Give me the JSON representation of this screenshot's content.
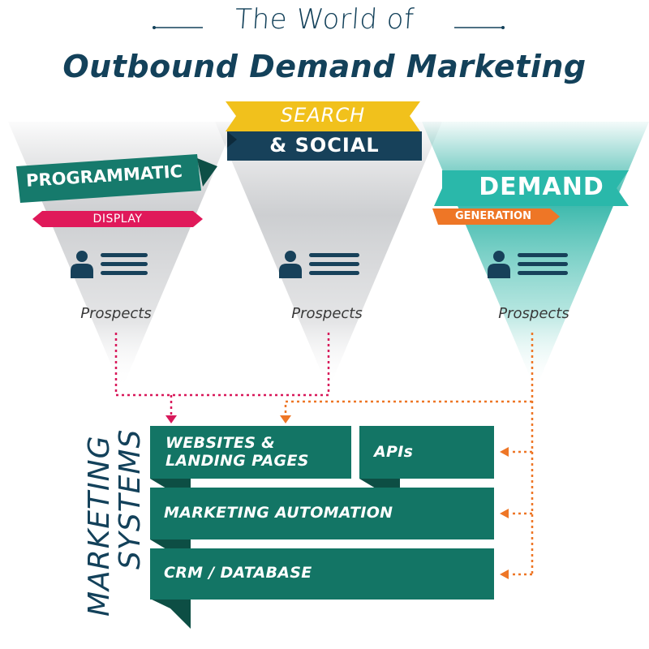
{
  "header": {
    "title_line1": "The World of",
    "title_line2": "Outbound Demand Marketing"
  },
  "funnels": [
    {
      "id": "programmatic",
      "label_main": "PROGRAMMATIC",
      "label_sub": "DISPLAY",
      "prospects": "Prospects",
      "main_color": "#167a6c",
      "sub_color": "#e0195a"
    },
    {
      "id": "search-social",
      "label_main": "SEARCH",
      "label_sub": "& SOCIAL",
      "prospects": "Prospects",
      "main_color": "#f1c11c",
      "sub_color": "#17415a"
    },
    {
      "id": "demand",
      "label_main": "DEMAND",
      "label_sub": "GENERATION",
      "prospects": "Prospects",
      "main_color": "#2ab8aa",
      "sub_color": "#ee7626"
    }
  ],
  "marketing_systems": {
    "vertical_label_line1": "MARKETING",
    "vertical_label_line2": "SYSTEMS",
    "boxes": {
      "websites_line1": "WEBSITES &",
      "websites_line2": "LANDING PAGES",
      "apis": "APIs",
      "marketing_automation": "MARKETING AUTOMATION",
      "crm": "CRM / DATABASE"
    },
    "box_color": "#137565",
    "box_shadow_color": "#0d4e44"
  },
  "connector_colors": {
    "programmatic": "#d8185a",
    "search": "#ee7626"
  }
}
